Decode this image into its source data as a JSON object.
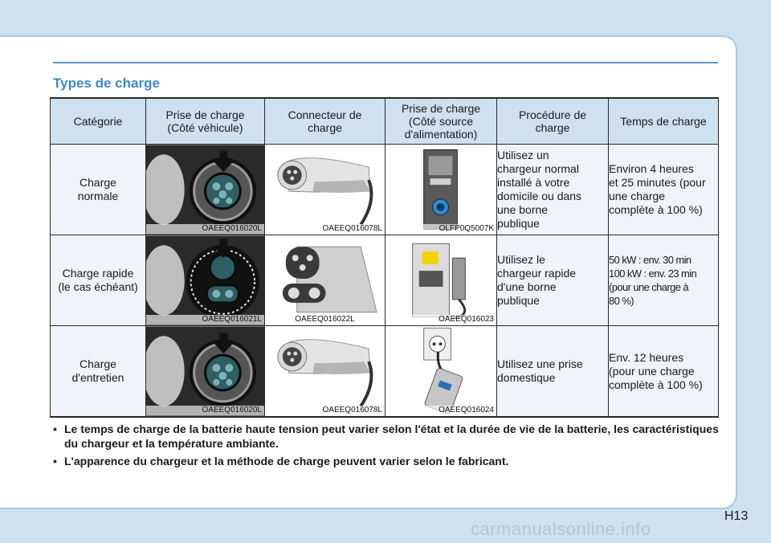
{
  "section_title": "Types de charge",
  "table": {
    "headers": [
      "Catégorie",
      "Prise de charge\n(Côté véhicule)",
      "Connecteur de\ncharge",
      "Prise de charge\n(Côté source\nd'alimentation)",
      "Procédure de\ncharge",
      "Temps de charge"
    ],
    "rows": [
      {
        "category": "Charge\nnormale",
        "image_codes": [
          "OAEEQ016020L",
          "OAEEQ016078L",
          "OLFP0Q5007K"
        ],
        "procedure": "Utilisez un\nchargeur normal\ninstallé à votre\ndomicile ou dans\nune borne\npublique",
        "time": "Environ 4 heures\net 25 minutes (pour\nune charge\ncomplète à 100 %)"
      },
      {
        "category": "Charge rapide\n(le cas échéant)",
        "image_codes": [
          "OAEEQ016021L",
          "OAEEQ016022L",
          "OAEEQ016023"
        ],
        "procedure": "Utilisez le\nchargeur rapide\nd'une borne\npublique",
        "time": "50 kW : env. 30 min\n100 kW : env. 23 min\n(pour une charge à\n80 %)"
      },
      {
        "category": "Charge\nd'entretien",
        "image_codes": [
          "OAEEQ016020L",
          "OAEEQ016078L",
          "OAEEQ016024"
        ],
        "procedure": "Utilisez une prise\ndomestique",
        "time": "Env. 12 heures\n(pour une charge\ncomplète à 100 %)"
      }
    ]
  },
  "notes": [
    "Le temps de charge de la batterie haute tension peut varier selon l'état et la durée de vie de la batterie, les caractéristiques du chargeur et la température ambiante.",
    "L'apparence du chargeur et la méthode de charge peuvent varier selon le fabricant."
  ],
  "page_number": "H13",
  "watermark": "carmanualsonline.info"
}
